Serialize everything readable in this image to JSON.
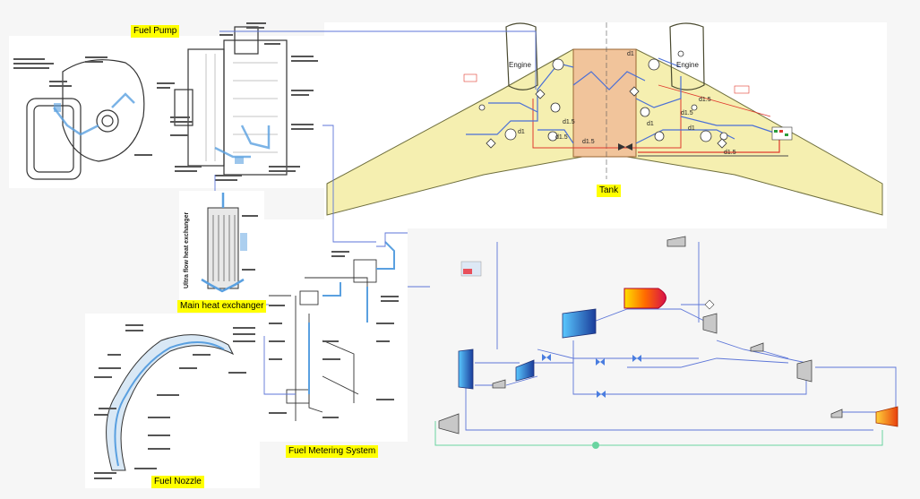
{
  "labels": {
    "fuel_pump": "Fuel Pump",
    "tank": "Tank",
    "main_heat_exchanger": "Main heat exchanger",
    "fuel_metering_system": "Fuel Metering System",
    "fuel_nozzle": "Fuel Nozzle",
    "heat_exchanger_vertical": "Ultra flow heat exchanger"
  },
  "tank_diagram": {
    "engine_left": "Engine",
    "engine_right": "Engine",
    "pipe_labels": [
      "d1",
      "d1",
      "d1.5",
      "d1.5",
      "d1.5",
      "d1.5",
      "d1.5",
      "d1",
      "d1",
      "d1.5"
    ]
  },
  "colors": {
    "label_bg": "#ffff00",
    "wing_fill": "#f5efb0",
    "tank_fill": "#f1c49b",
    "pipe": "#4a6fd6",
    "fuel_red": "#e03a2e"
  }
}
